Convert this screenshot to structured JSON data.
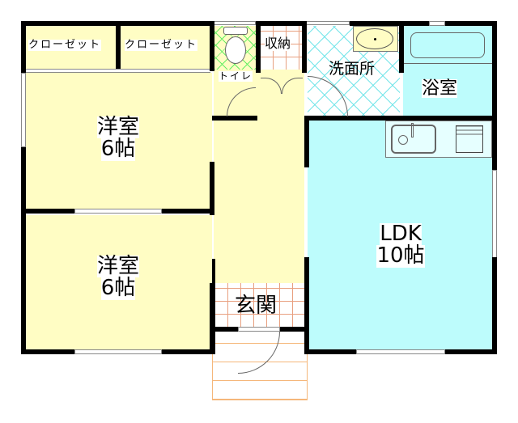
{
  "floor_plan": {
    "rooms": [
      {
        "id": "closet-1",
        "label": "クローゼット"
      },
      {
        "id": "closet-2",
        "label": "クローゼット"
      },
      {
        "id": "toilet",
        "label": "トイレ"
      },
      {
        "id": "storage",
        "label": "収納"
      },
      {
        "id": "washroom",
        "label": "洗面所"
      },
      {
        "id": "bathroom",
        "label": "浴室"
      },
      {
        "id": "bedroom-1",
        "label": "洋室",
        "size": "6帖"
      },
      {
        "id": "bedroom-2",
        "label": "洋室",
        "size": "6帖"
      },
      {
        "id": "ldk",
        "label": "LDK",
        "size": "10帖"
      },
      {
        "id": "entrance",
        "label": "玄関"
      }
    ],
    "colors": {
      "bedroom_fill": "#fffdc4",
      "wet_area_fill": "#bdfcfc",
      "wall": "#000000",
      "toilet_grid": "#66ee66",
      "washroom_grid": "#77e6ea",
      "entrance_grid": "#e8a080",
      "steps_line": "#f5b77a"
    }
  }
}
